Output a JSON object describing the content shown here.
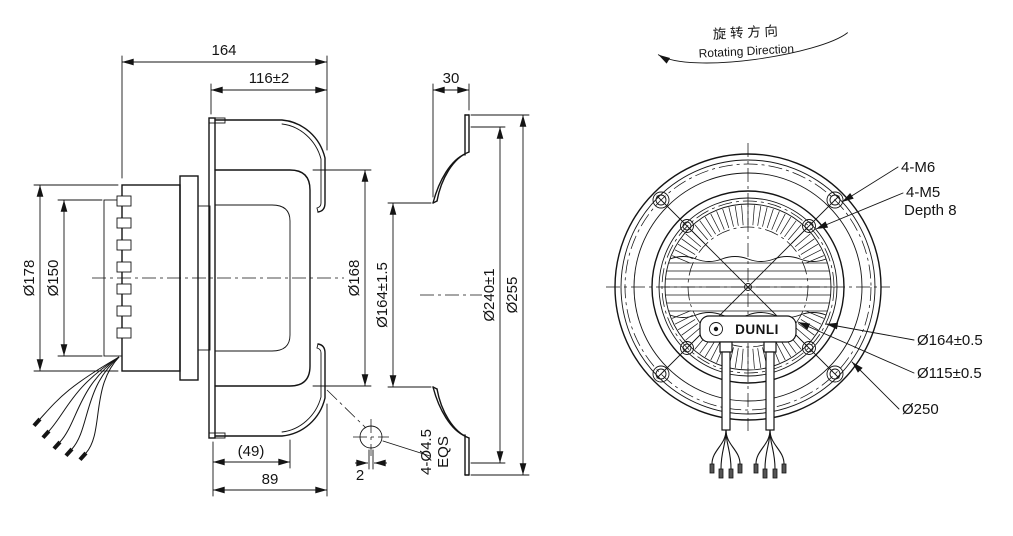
{
  "side_view": {
    "dim_overall": "164",
    "dim_mount_depth": "116±2",
    "dim_motor_od": "Ø178",
    "dim_motor_body_od": "Ø150",
    "dim_impeller_inlet": "Ø168",
    "dim_ref": "(49)",
    "dim_plate_to_inlet": "89",
    "dim_edge": "2",
    "dim_holes": "4-Ø4.5",
    "dim_holes_note": "EQS"
  },
  "inlet_ring_view": {
    "dim_depth": "30",
    "dim_throat": "Ø164±1.5",
    "dim_bolt_circle": "Ø240±1",
    "dim_od": "Ø255"
  },
  "front_view": {
    "rotation_cn": "旋 转 方 向",
    "rotation_en": "Rotating Direction",
    "label_m6": "4-M6",
    "label_m5": "4-M5",
    "label_m5_depth": "Depth 8",
    "label_bc_164": "Ø164±0.5",
    "label_bc_115": "Ø115±0.5",
    "label_od_250": "Ø250",
    "logo": "DUNLI"
  }
}
